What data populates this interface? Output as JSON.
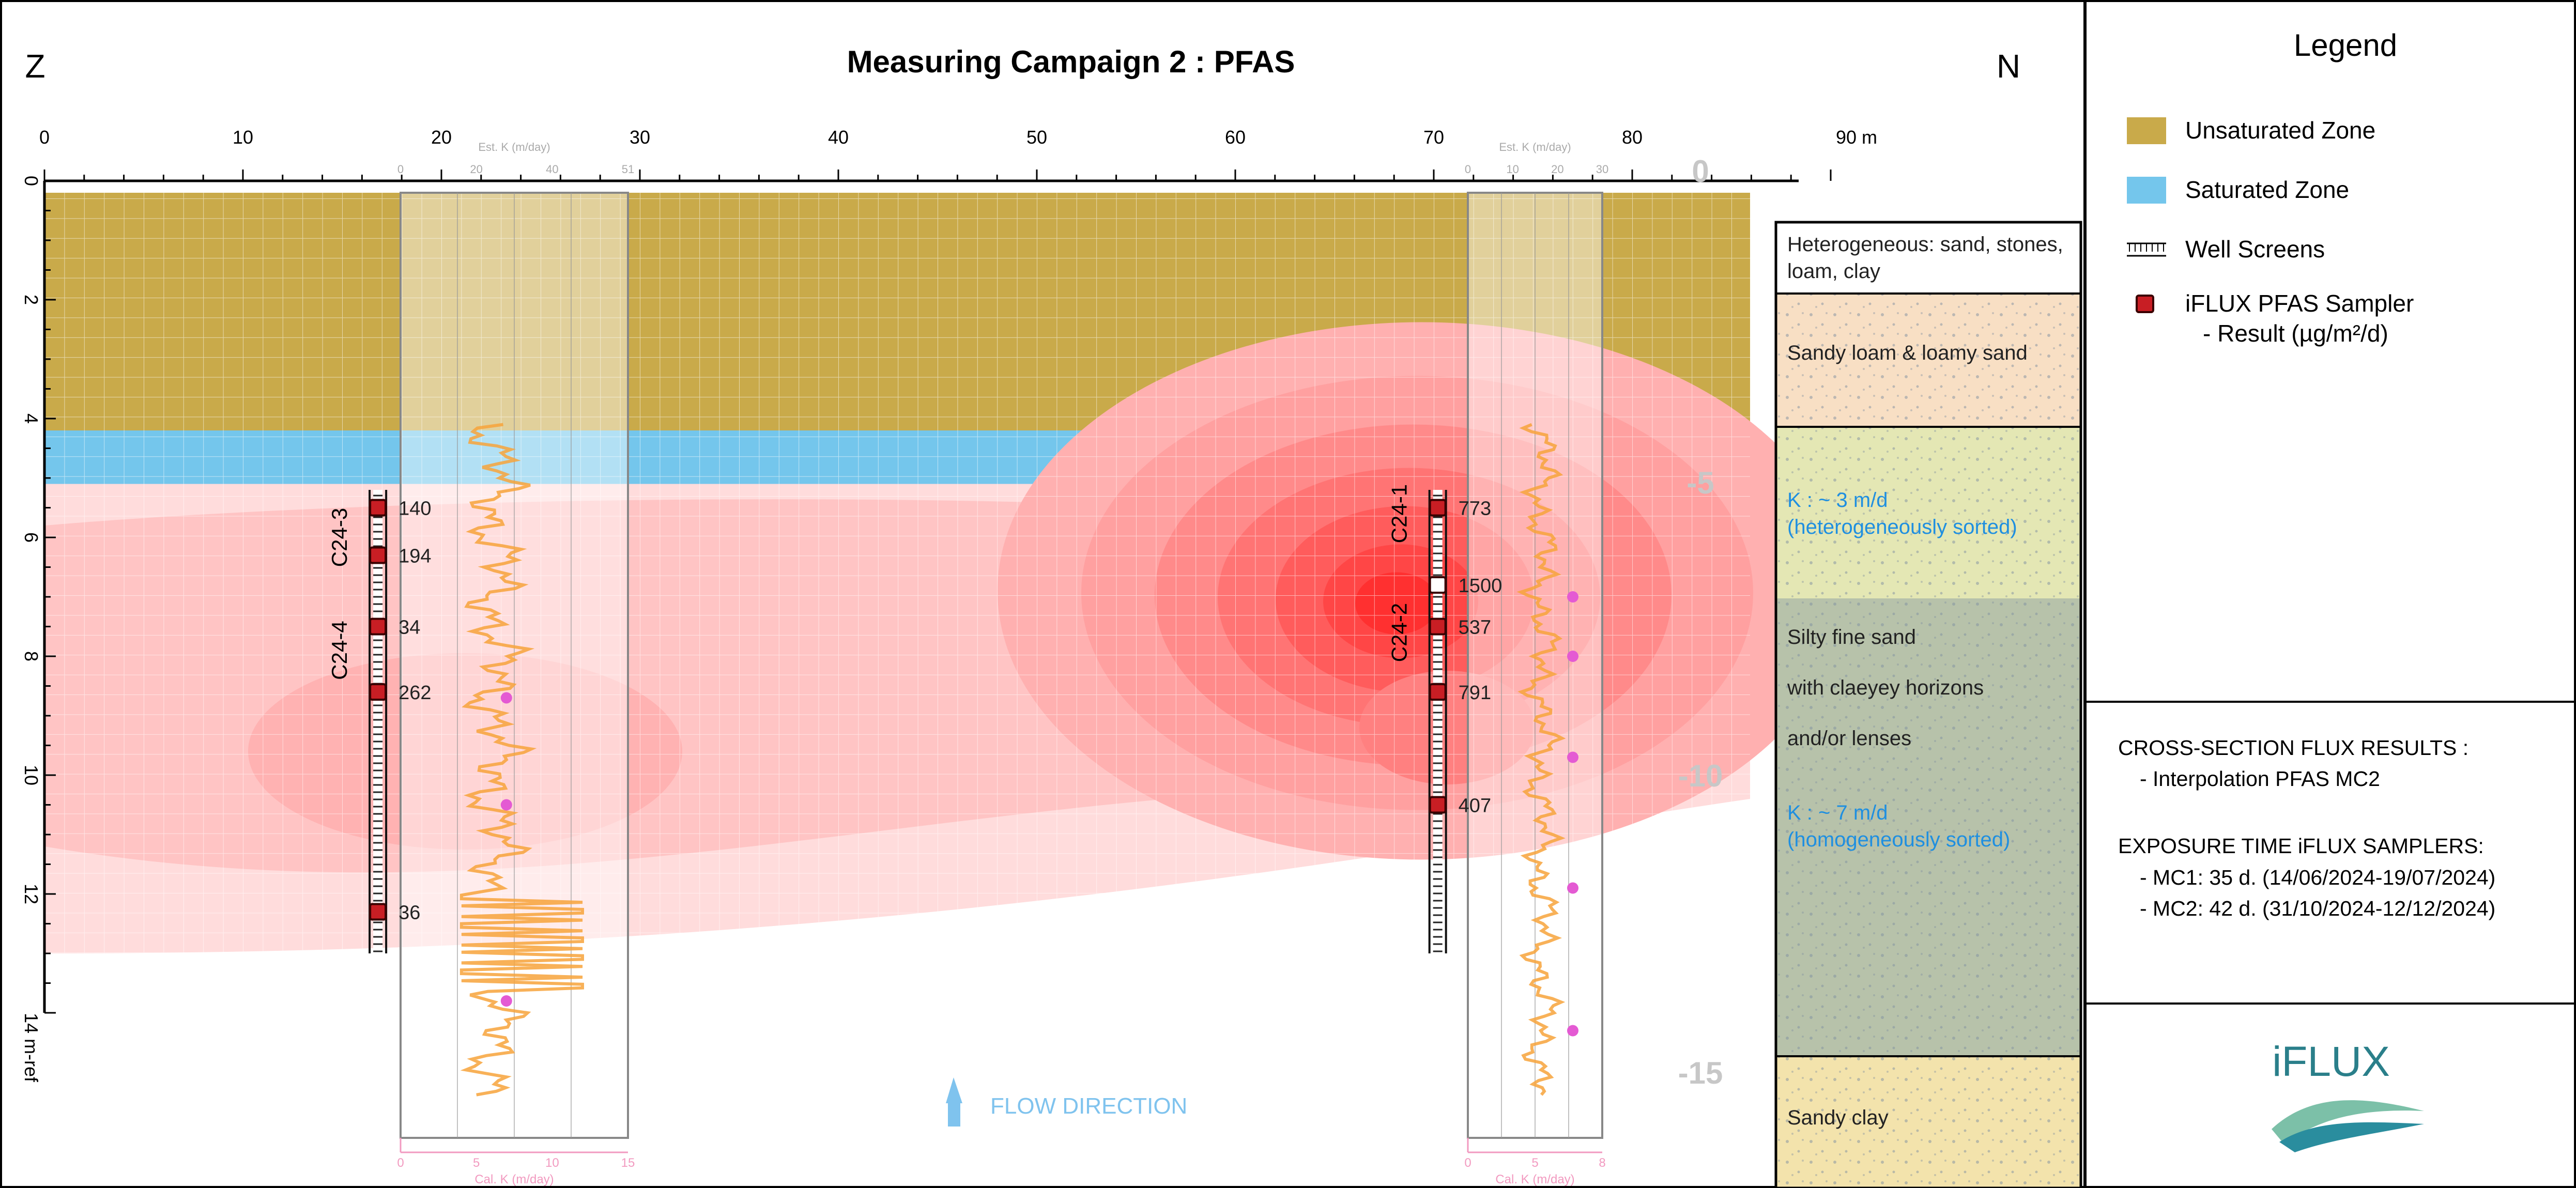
{
  "header": {
    "title": "Measuring Campaign 2 : PFAS",
    "direction_left": "Z",
    "direction_right": "N"
  },
  "axes": {
    "x_ticks": [
      0,
      10,
      20,
      30,
      40,
      50,
      60,
      70,
      80
    ],
    "x_last_label": "90 m",
    "y_ticks": [
      0,
      2,
      4,
      6,
      8,
      10,
      12
    ],
    "y_last_label": "14 m-ref"
  },
  "legend": {
    "title": "Legend",
    "items": [
      {
        "label": "Unsaturated Zone",
        "color": "#c9aa4a",
        "kind": "swatch"
      },
      {
        "label": "Saturated Zone",
        "color": "#74c6ec",
        "kind": "swatch"
      },
      {
        "label": "Well Screens",
        "kind": "screen"
      },
      {
        "label": "iFLUX PFAS Sampler",
        "sub": "- Result (µg/m²/d)",
        "color": "#c81e24",
        "kind": "sampler"
      }
    ]
  },
  "info": {
    "lines": [
      "CROSS-SECTION FLUX RESULTS :",
      "- Interpolation PFAS MC2",
      "",
      "EXPOSURE TIME iFLUX SAMPLERS:",
      "- MC1: 35 d. (14/06/2024-19/07/2024)",
      "- MC2: 42 d. (31/10/2024-12/12/2024)"
    ]
  },
  "logo": {
    "text": "iFLUX"
  },
  "wells": [
    {
      "x_m": 16.8,
      "labels": [
        {
          "text": "C24-3",
          "depth": 6.0
        },
        {
          "text": "C24-4",
          "depth": 7.9
        }
      ],
      "samplers": [
        {
          "depth": 5.5,
          "value": "140"
        },
        {
          "depth": 6.3,
          "value": "194"
        },
        {
          "depth": 7.5,
          "value": "34"
        },
        {
          "depth": 8.6,
          "value": "262"
        },
        {
          "depth": 12.3,
          "value": "36"
        }
      ]
    },
    {
      "x_m": 70.2,
      "labels": [
        {
          "text": "C24-1",
          "depth": 5.6
        },
        {
          "text": "C24-2",
          "depth": 7.6
        }
      ],
      "samplers": [
        {
          "depth": 5.5,
          "value": "773"
        },
        {
          "depth": 6.8,
          "value": "1500",
          "open": true
        },
        {
          "depth": 7.5,
          "value": "537"
        },
        {
          "depth": 8.6,
          "value": "791"
        },
        {
          "depth": 10.5,
          "value": "407"
        }
      ]
    }
  ],
  "logs": [
    {
      "header": "Est. K (m/day)",
      "header_ticks": [
        "0",
        "20",
        "40",
        "51"
      ],
      "footer": "Cal. K (m/day)",
      "footer_ticks": [
        "0",
        "5",
        "10",
        "15"
      ]
    },
    {
      "header": "Est. K (m/day)",
      "header_ticks": [
        "0",
        "10",
        "20",
        "30"
      ],
      "footer": "Cal. K (m/day)",
      "footer_ticks": [
        "0",
        "5",
        "8"
      ]
    }
  ],
  "elevation_labels": [
    "0",
    "-5",
    "-10",
    "-15"
  ],
  "lithology": [
    {
      "text": [
        "Heterogeneous: sand, stones,",
        "loam, clay"
      ],
      "color": "#ffffff"
    },
    {
      "text": [
        "Sandy loam & loamy sand"
      ],
      "color": "#f8dfc4"
    },
    {
      "text": [
        "K : ~ 3 m/d",
        "(heterogeneously sorted)"
      ],
      "color": "#e4e7b4",
      "accent": true
    },
    {
      "text": [
        "Silty fine sand",
        "with claeyey horizons",
        "and/or lenses"
      ],
      "color": "#c5cdb4"
    },
    {
      "text": [
        "K : ~ 7 m/d",
        "(homogeneously sorted)"
      ],
      "color": "#c5cdb4",
      "accent": true
    },
    {
      "text": [
        "Sandy clay"
      ],
      "color": "#f3e3ac"
    }
  ],
  "flow": {
    "label": "FLOW DIRECTION"
  },
  "colors": {
    "unsaturated": "#c9aa4a",
    "saturated": "#74c6ec",
    "plume": "#ff3b3b",
    "accent_text": "#1f8fe0",
    "k_log": "#f7a33b"
  }
}
